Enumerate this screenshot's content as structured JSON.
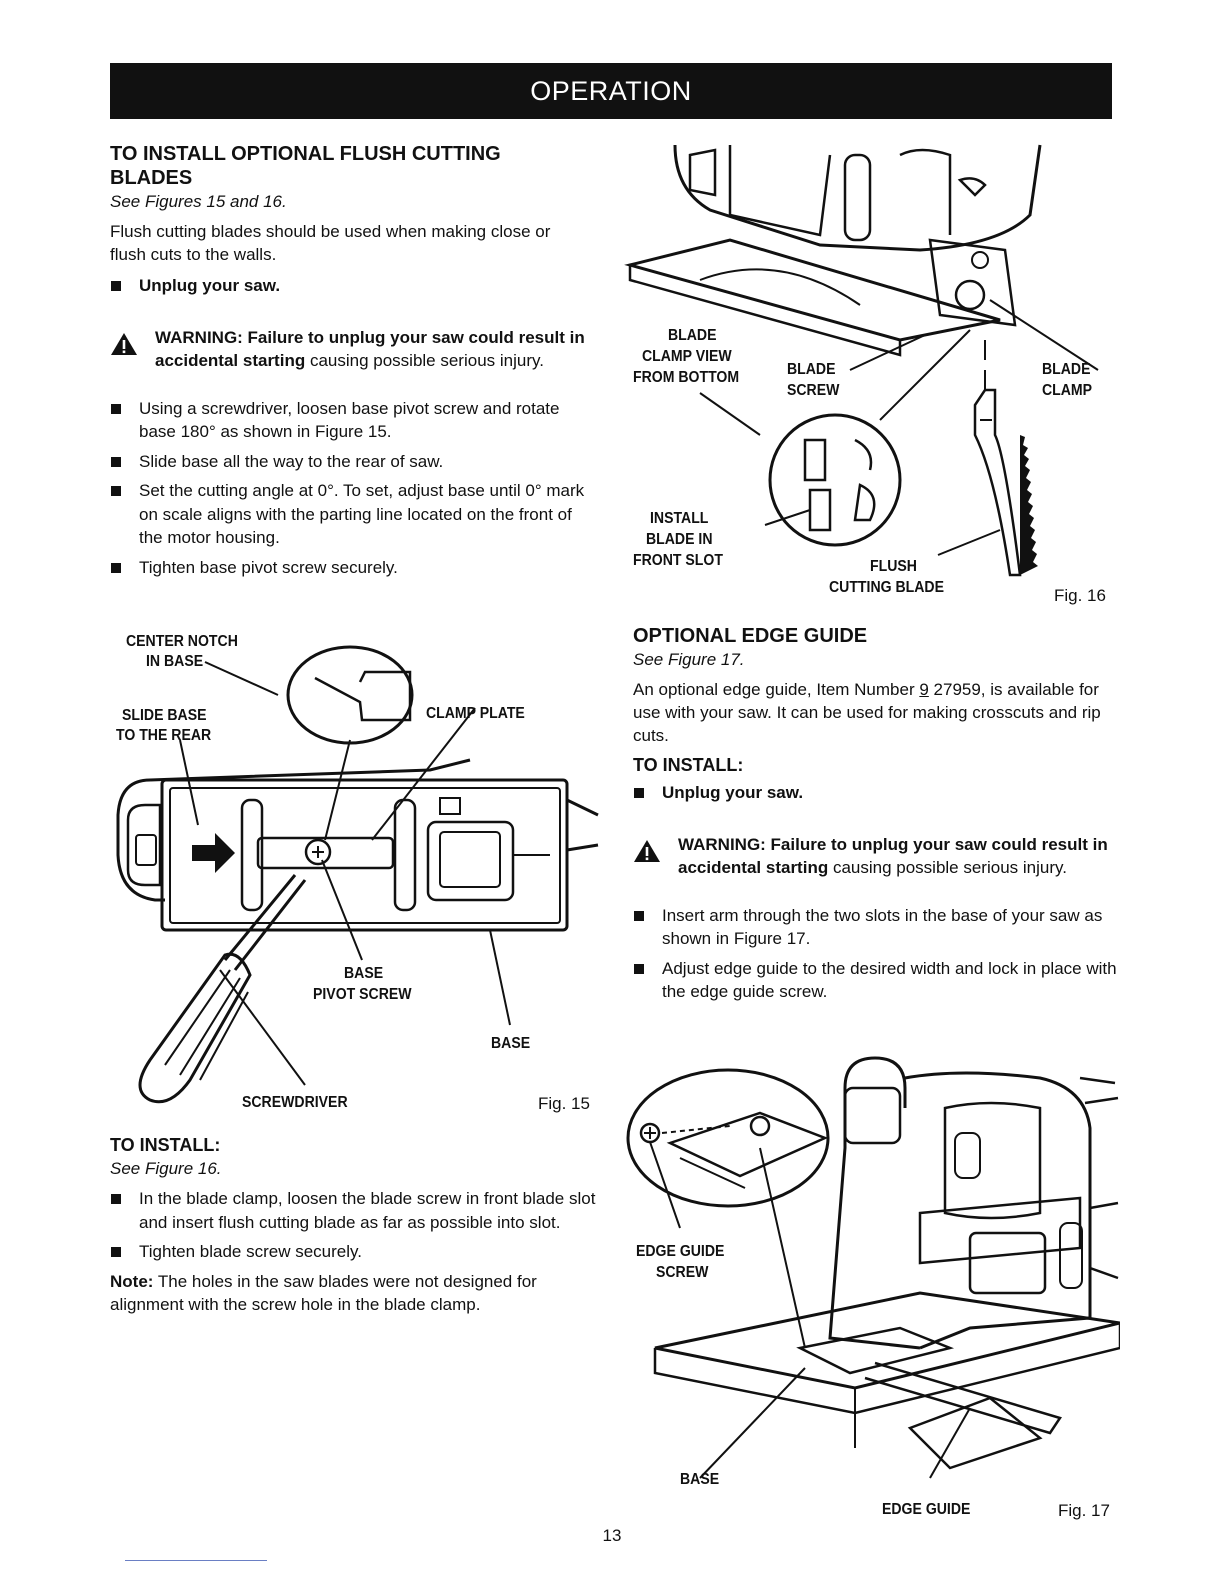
{
  "header": {
    "title": "OPERATION"
  },
  "left": {
    "heading": "TO INSTALL OPTIONAL FLUSH CUTTING BLADES",
    "see": "See Figures 15 and 16.",
    "intro": "Flush cutting blades should be used when making close or flush cuts to the walls.",
    "unplug": "Unplug your saw.",
    "warning_bold": "WARNING: Failure to unplug your saw could result in accidental starting",
    "warning_rest": " causing possible serious injury.",
    "steps": [
      "Using a screwdriver, loosen base pivot screw and rotate base 180° as shown in Figure 15.",
      "Slide base all the way to the rear of saw.",
      "Set the cutting angle at 0°. To set, adjust base until 0° mark on scale aligns with the parting line located on the front of the motor housing.",
      "Tighten base pivot screw securely."
    ],
    "install_heading": "TO INSTALL:",
    "install_see": "See Figure 16.",
    "install_steps": [
      "In the blade clamp, loosen the blade screw in front blade slot and insert flush cutting blade as far as possible into slot.",
      "Tighten blade screw securely."
    ],
    "note_label": "Note:",
    "note_text": " The holes in the saw blades were not designed for alignment with the screw hole in the blade clamp."
  },
  "fig15": {
    "label": "Fig. 15",
    "center_notch_1": "CENTER NOTCH",
    "center_notch_2": "IN BASE",
    "slide_base_1": "SLIDE BASE",
    "slide_base_2": "TO THE REAR",
    "clamp_plate": "CLAMP PLATE",
    "base_pivot_1": "BASE",
    "base_pivot_2": "PIVOT SCREW",
    "base": "BASE",
    "screwdriver": "SCREWDRIVER"
  },
  "fig16": {
    "label": "Fig. 16",
    "clamp_view_1": "BLADE",
    "clamp_view_2": "CLAMP VIEW",
    "clamp_view_3": "FROM BOTTOM",
    "blade_screw_1": "BLADE",
    "blade_screw_2": "SCREW",
    "blade_clamp_1": "BLADE",
    "blade_clamp_2": "CLAMP",
    "install_1": "INSTALL",
    "install_2": "BLADE IN",
    "install_3": "FRONT SLOT",
    "flush_1": "FLUSH",
    "flush_2": "CUTTING BLADE"
  },
  "right": {
    "heading": "OPTIONAL EDGE GUIDE",
    "see": "See Figure 17.",
    "intro_1": "An optional edge guide, Item Number ",
    "item_prefix": "9",
    "intro_2": " 27959, is available for use with your saw. It can be used for making crosscuts and rip cuts.",
    "install_heading": "TO INSTALL:",
    "unplug": "Unplug your saw.",
    "warning_bold": "WARNING: Failure to unplug your saw could result in accidental starting",
    "warning_rest": " causing possible serious injury.",
    "steps": [
      "Insert arm through the two slots in the base of your saw as shown in Figure 17.",
      "Adjust edge guide to the desired width and lock in place with the edge guide screw."
    ]
  },
  "fig17": {
    "label": "Fig. 17",
    "screw_1": "EDGE GUIDE",
    "screw_2": "SCREW",
    "base": "BASE",
    "edge_guide": "EDGE GUIDE"
  },
  "footer": {
    "page_number": "13"
  }
}
